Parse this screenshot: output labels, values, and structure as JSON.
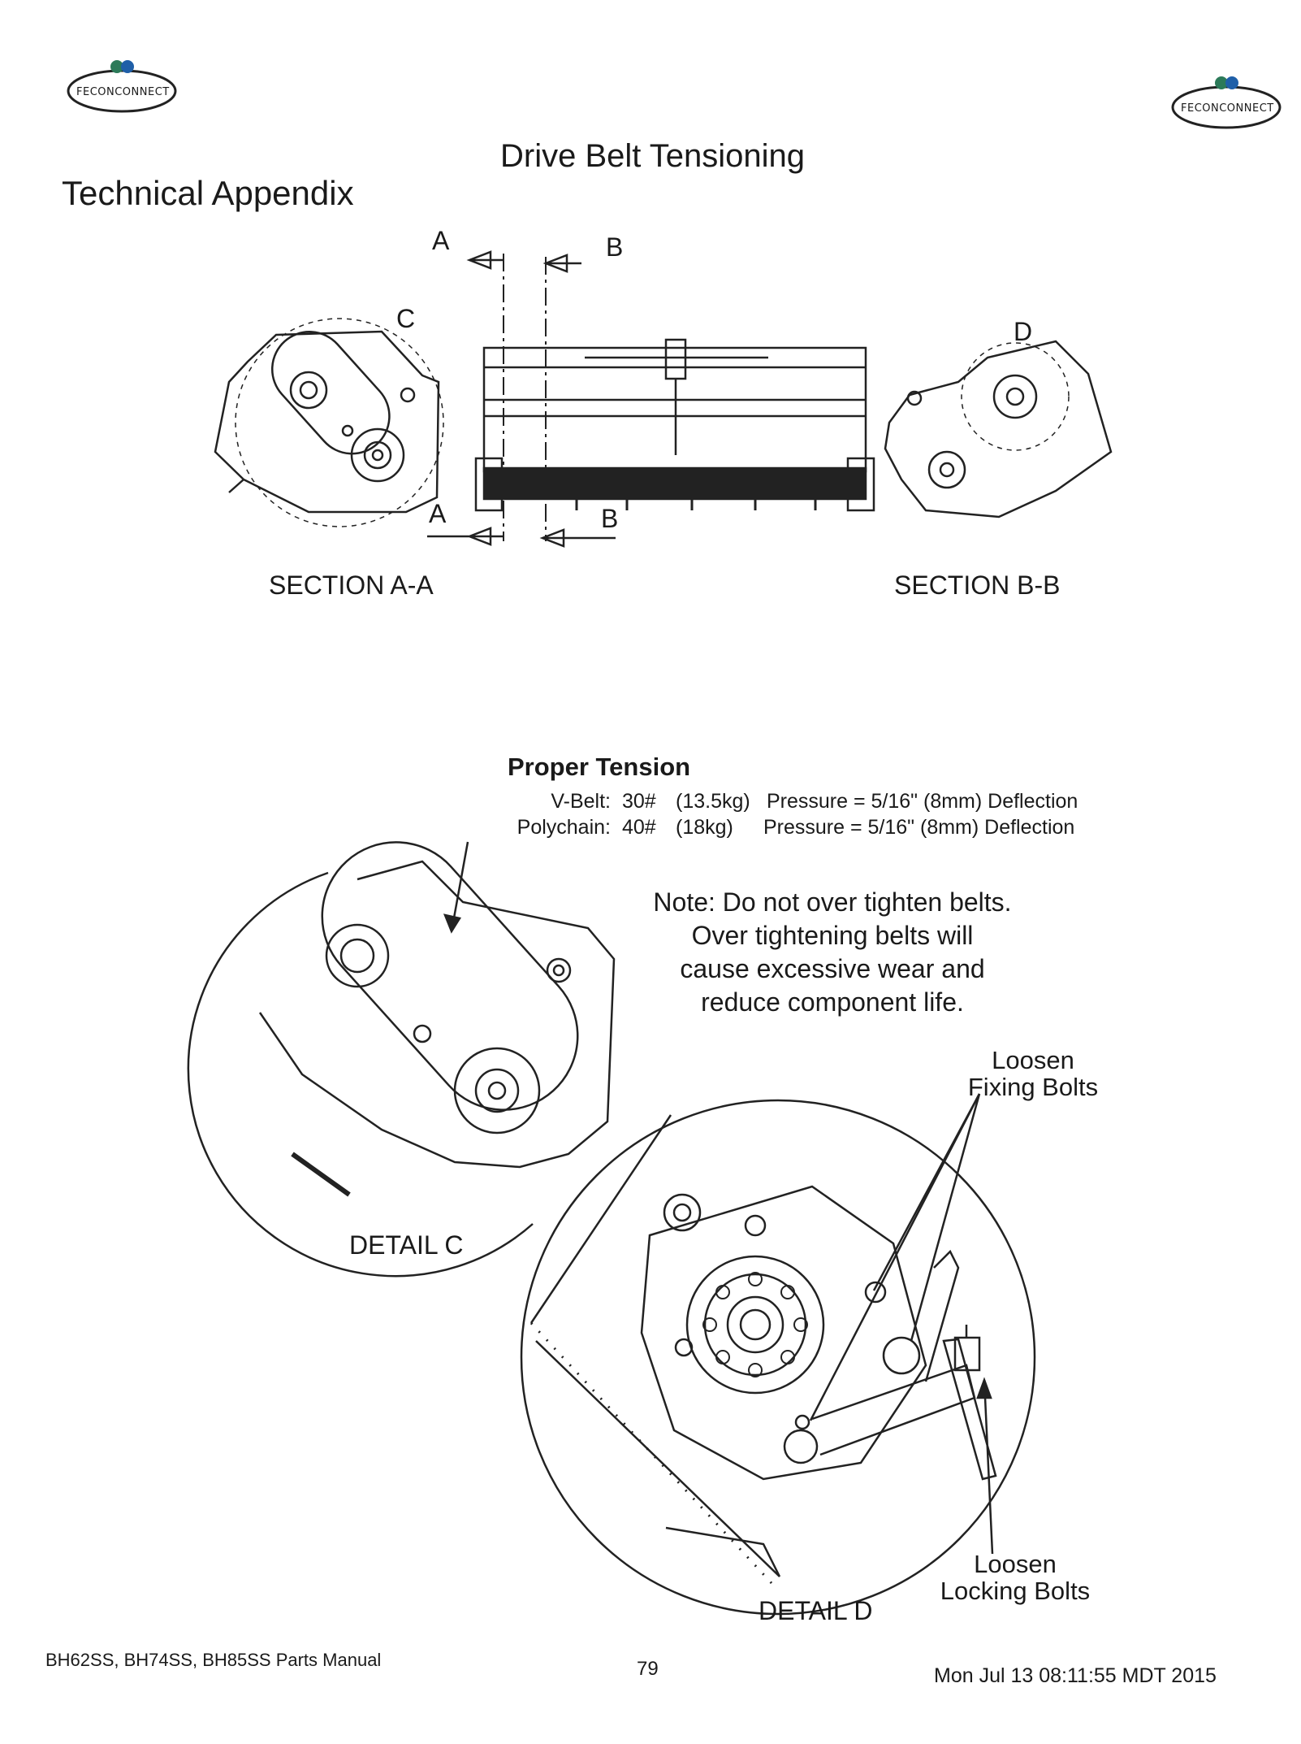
{
  "header": {
    "logo_left": "FECONCONNECT",
    "logo_right": "FECONCONNECT",
    "section": "Technical Appendix",
    "title": "Drive Belt Tensioning"
  },
  "drawing_labels": {
    "cut_a_top": "A",
    "cut_b_top": "B",
    "cut_a_bottom": "A",
    "cut_b_bottom": "B",
    "detail_c_marker": "C",
    "detail_d_marker": "D",
    "section_aa": "SECTION A-A",
    "section_bb": "SECTION B-B",
    "detail_c": "DETAIL C",
    "detail_d": "DETAIL D"
  },
  "proper_tension": {
    "heading": "Proper Tension",
    "rows": [
      {
        "type": "V-Belt:",
        "weight": "30#",
        "metric": "(13.5kg)",
        "spec": "Pressure = 5/16\" (8mm) Deflection"
      },
      {
        "type": "Polychain:",
        "weight": "40#",
        "metric": "(18kg)",
        "spec": "Pressure = 5/16\" (8mm) Deflection"
      }
    ]
  },
  "note": {
    "lines": [
      "Note: Do not over tighten belts.",
      "Over tightening belts will",
      "cause excessive wear and",
      "reduce component life."
    ]
  },
  "callouts": {
    "fixing_bolts": [
      "Loosen",
      "Fixing Bolts"
    ],
    "locking_bolts": [
      "Loosen",
      "Locking Bolts"
    ]
  },
  "footer": {
    "manual": "BH62SS, BH74SS, BH85SS Parts Manual",
    "page_number": "79",
    "timestamp": "Mon Jul 13 08:11:55 MDT 2015"
  }
}
